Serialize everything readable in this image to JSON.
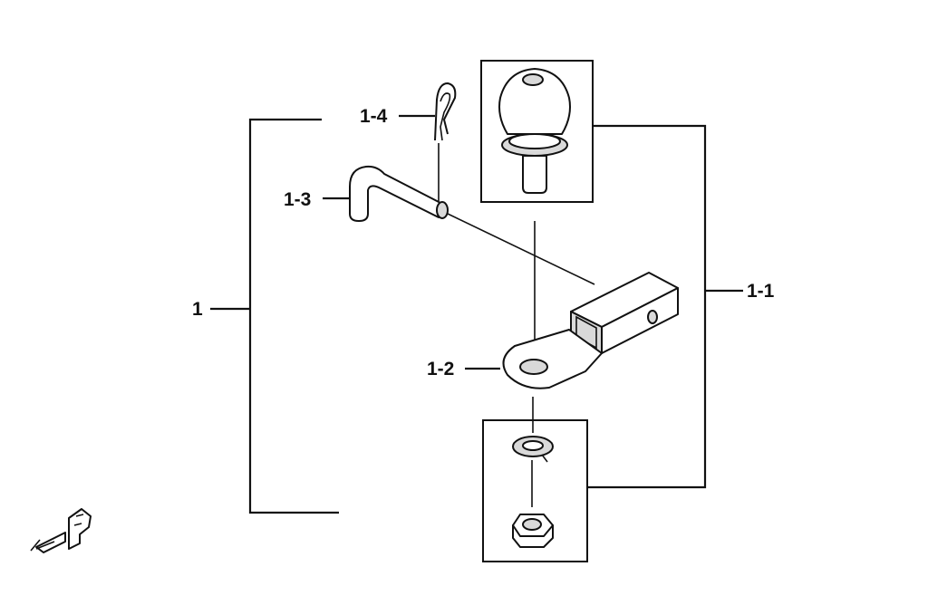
{
  "callouts": {
    "assembly": "1",
    "hitch_kit": "1-1",
    "drawbar": "1-2",
    "pin": "1-3",
    "clip": "1-4"
  },
  "colors": {
    "line": "#111111",
    "background": "#ffffff",
    "shade": "#d9d9d9"
  },
  "icons": {
    "direction": "front-arrow-icon"
  }
}
